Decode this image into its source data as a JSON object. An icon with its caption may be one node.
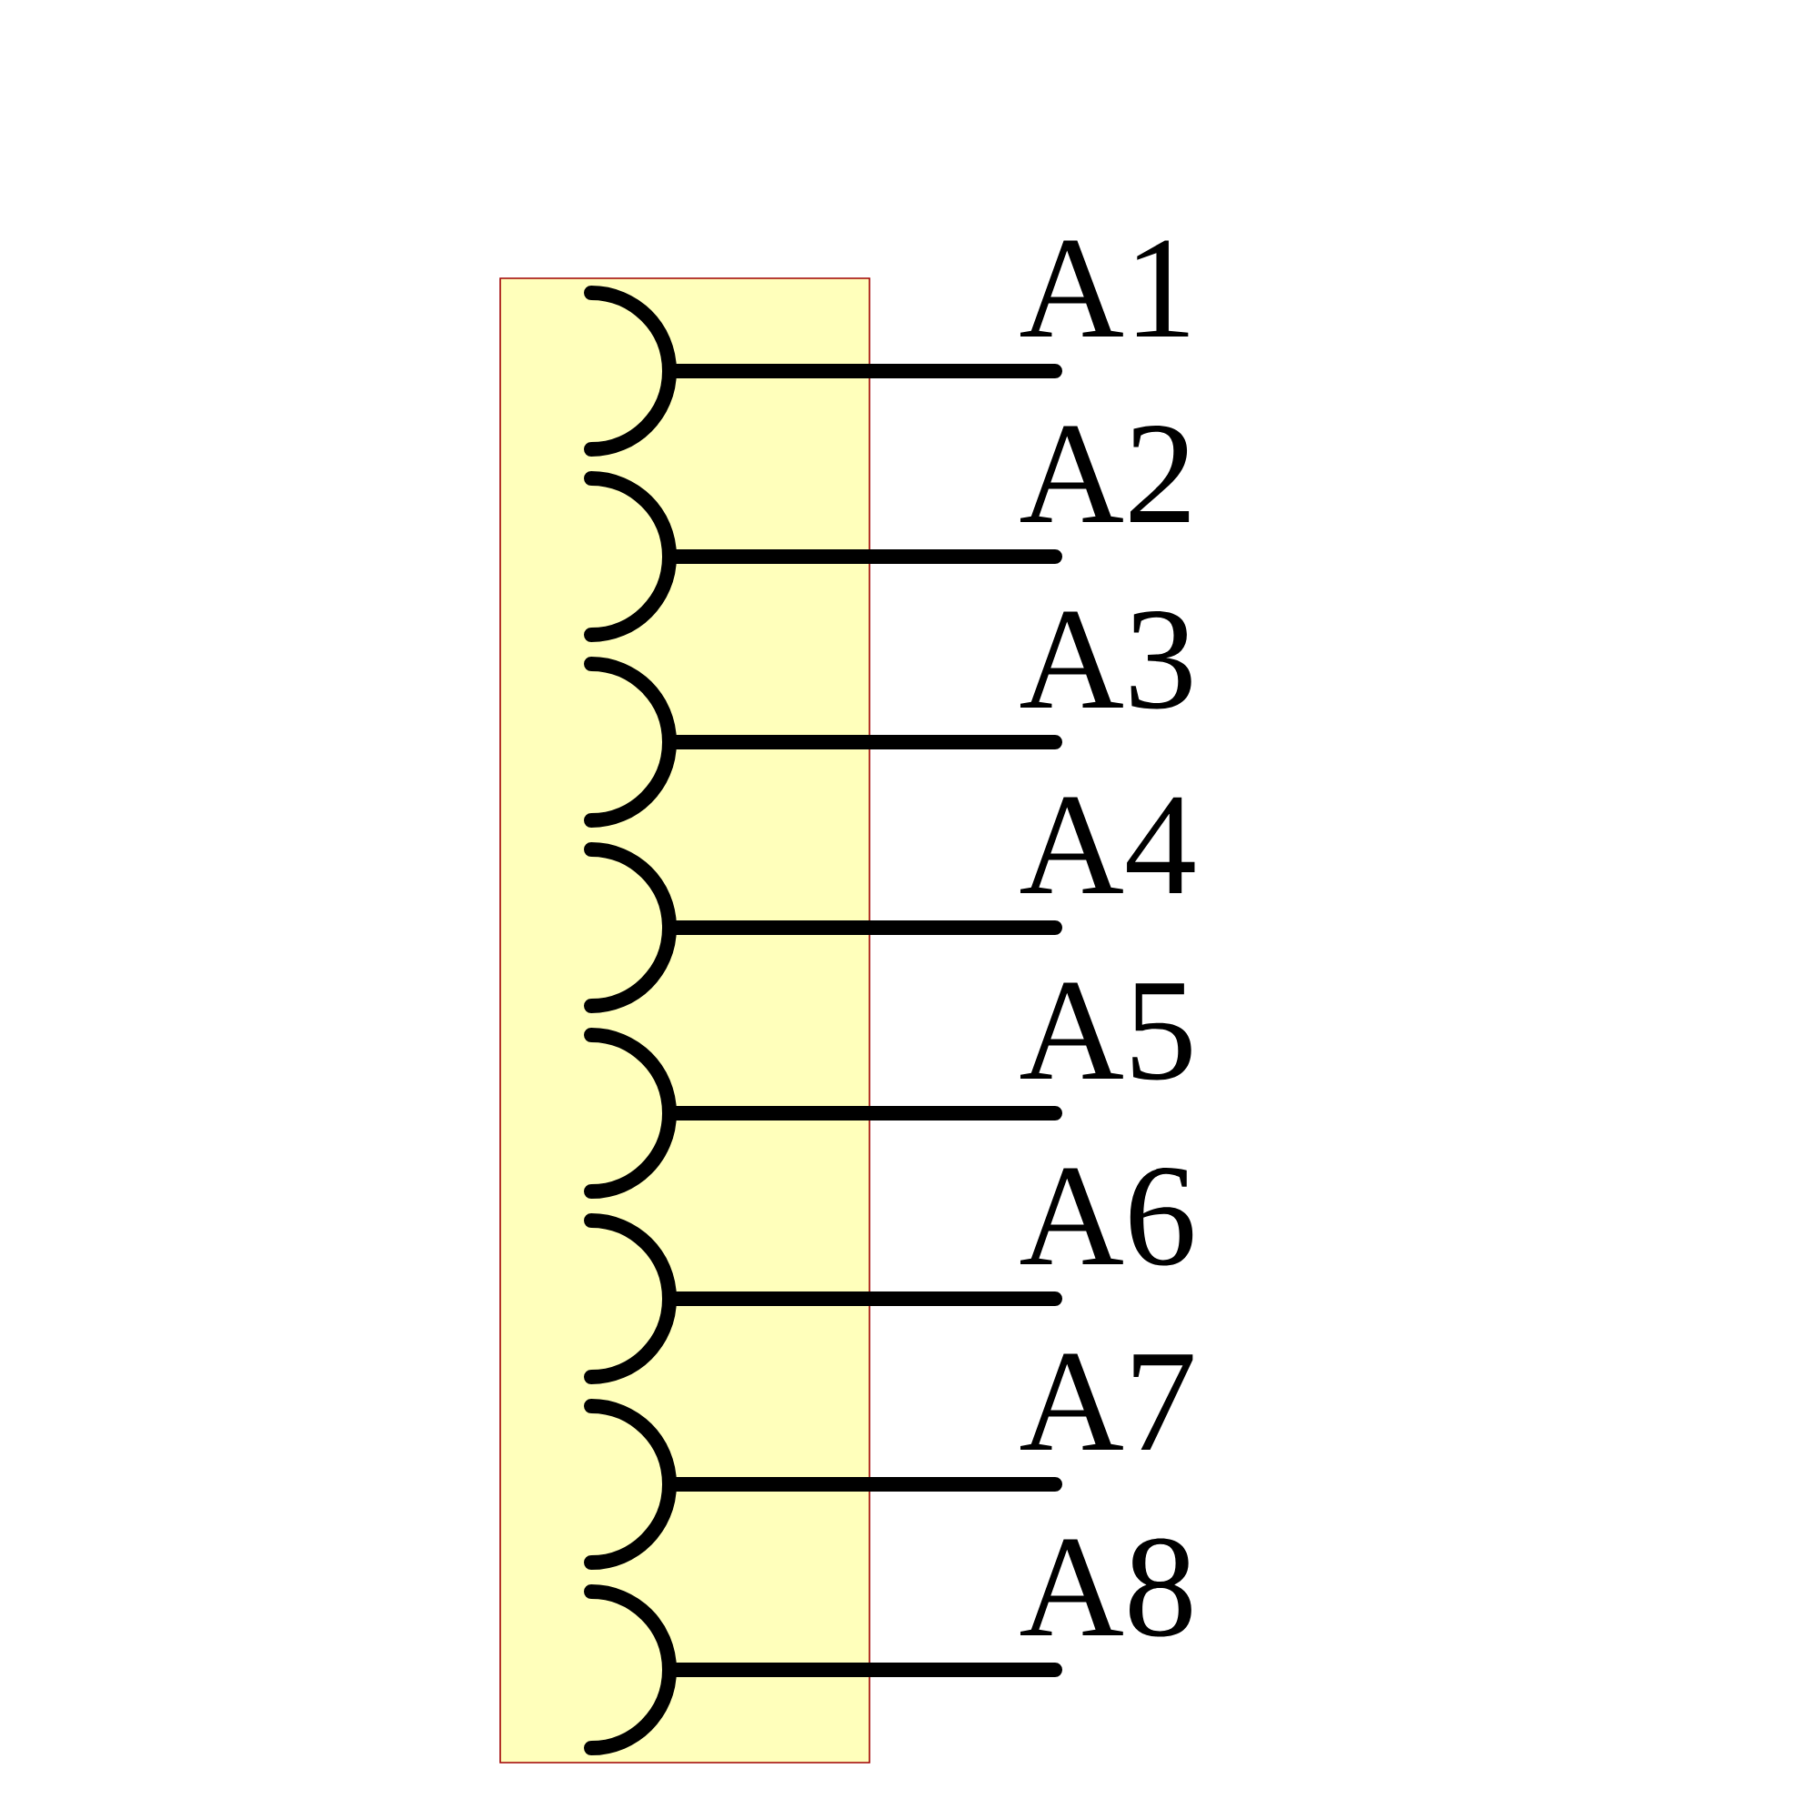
{
  "diagram": {
    "labels": [
      "A1",
      "A2",
      "A3",
      "A4",
      "A5",
      "A6",
      "A7",
      "A8"
    ]
  }
}
